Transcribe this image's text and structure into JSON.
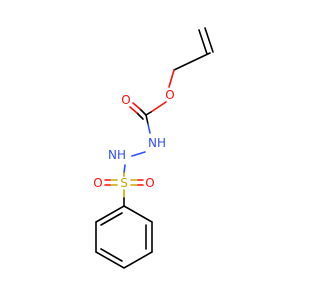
{
  "molecule": {
    "atoms": [
      {
        "id": "o_ester",
        "label": "O",
        "color": "#ff0d0d"
      },
      {
        "id": "o_carbonyl",
        "label": "O",
        "color": "#ff0d0d"
      },
      {
        "id": "nh_upper",
        "label": "NH",
        "color": "#3050f8"
      },
      {
        "id": "nh_lower",
        "label": "NH",
        "color": "#3050f8"
      },
      {
        "id": "s",
        "label": "S",
        "color": "#c8a800"
      },
      {
        "id": "o_sulfonyl_left",
        "label": "O",
        "color": "#ff0d0d"
      },
      {
        "id": "o_sulfonyl_right",
        "label": "O",
        "color": "#ff0d0d"
      }
    ]
  },
  "colors": {
    "carbon": "#000000",
    "oxygen": "#ff0d0d",
    "nitrogen": "#3050f8",
    "sulfur": "#c8a800",
    "background": "#ffffff"
  }
}
